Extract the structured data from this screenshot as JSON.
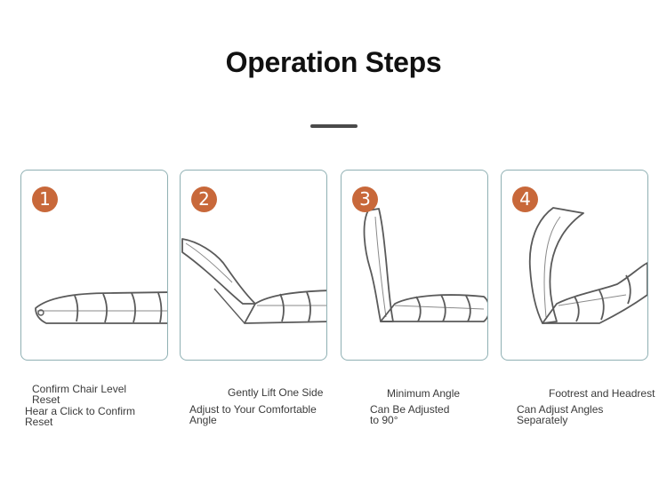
{
  "title": "Operation Steps",
  "steps": [
    {
      "number": "1",
      "heading": "Confirm Chair Level Reset",
      "desc": "Hear a Click to Confirm Reset"
    },
    {
      "number": "2",
      "heading": "Gently Lift One Side",
      "desc": "Adjust to Your Comfortable Angle"
    },
    {
      "number": "3",
      "heading": "Minimum Angle",
      "desc": "Can Be Adjusted to 90°"
    },
    {
      "number": "4",
      "heading": "Footrest and Headrest",
      "desc": "Can Adjust Angles Separately"
    }
  ],
  "colors": {
    "badge": "#c8683a",
    "card_border": "#8fb0b3",
    "title": "#111111"
  }
}
